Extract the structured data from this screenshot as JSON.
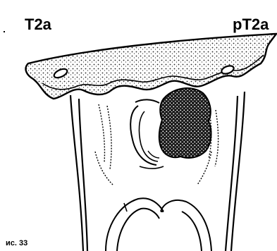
{
  "labels": {
    "left": "T2a",
    "right": "pT2a",
    "caption": "ис. 33"
  },
  "colors": {
    "ink": "#000000",
    "paper": "#ffffff",
    "stipple": "#222222"
  },
  "icons": {
    "tumor": "stippled-tumor-mass",
    "bone_band": "dotted-bone-band"
  }
}
